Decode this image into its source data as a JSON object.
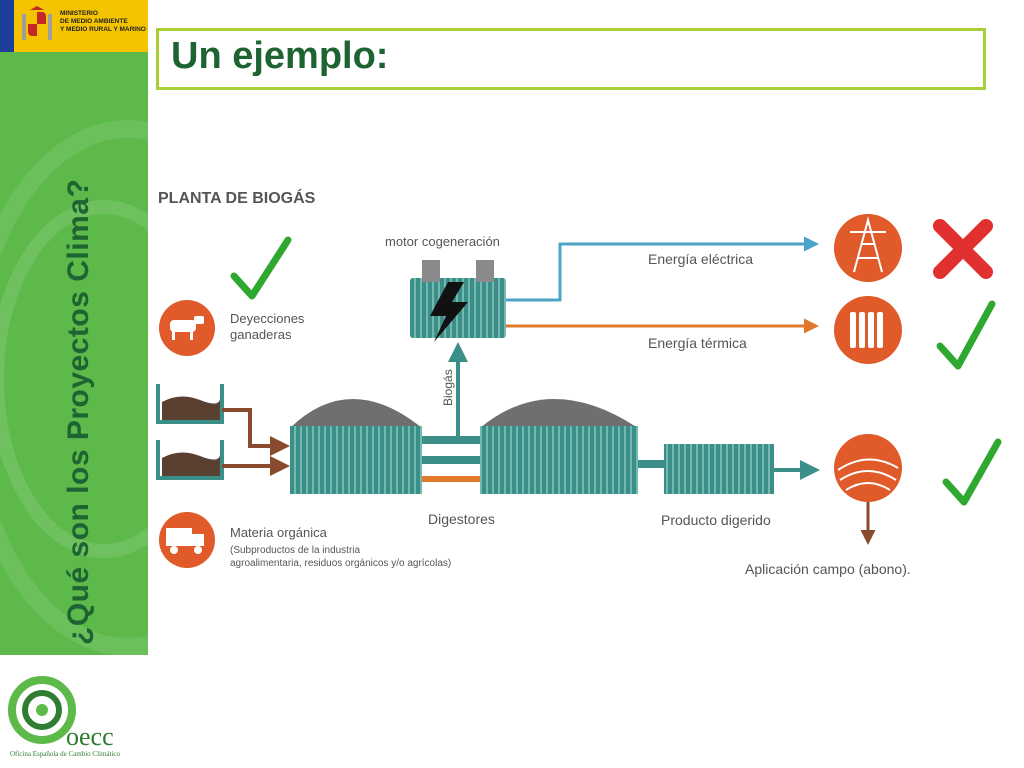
{
  "slide": {
    "title": "Un ejemplo:",
    "side_title": "¿Qué son los Proyectos Clima?"
  },
  "ministry": {
    "line1": "MINISTERIO",
    "line2": "DE MEDIO AMBIENTE",
    "line3": "Y MEDIO RURAL Y MARINO"
  },
  "logo": {
    "name": "oecc",
    "full_name": "Oficina Española de Cambio Climático"
  },
  "diagram": {
    "heading": "PLANTA DE BIOGÁS",
    "motor": "motor cogeneración",
    "biogas": "Biogás",
    "energia_electrica": "Energía eléctrica",
    "energia_termica": "Energía térmica",
    "deyecciones_1": "Deyecciones",
    "deyecciones_2": "ganaderas",
    "materia_1": "Materia orgánica",
    "materia_2": "(Subproductos de la industria",
    "materia_3": "agroalimentaria, residuos orgánicos y/o agrícolas)",
    "digestores": "Digestores",
    "producto": "Producto digerido",
    "aplicacion": "Aplicación campo (abono).",
    "colors": {
      "tank": "#3a8f88",
      "dome": "#6f6f6f",
      "electric_arrow": "#4aa3c8",
      "thermal_arrow": "#e07a2a",
      "waste_arrow": "#8a4a2e",
      "icon_circle": "#e05a2a",
      "check": "#2fa82f",
      "cross": "#e03030"
    },
    "marks": {
      "electricity": "cross",
      "thermal": "check",
      "field": "check",
      "input": "check"
    }
  }
}
